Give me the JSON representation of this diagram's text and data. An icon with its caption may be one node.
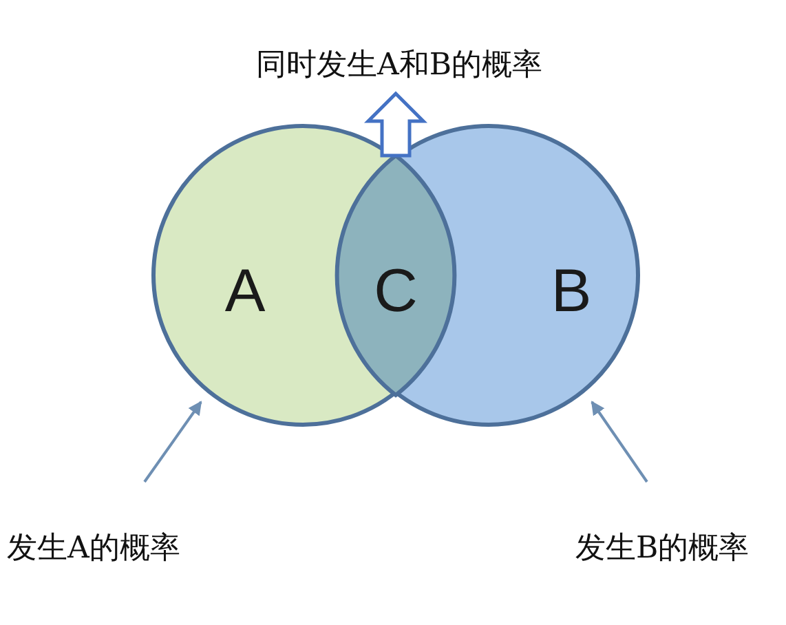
{
  "diagram": {
    "nodes": [
      {
        "text": [
          "同时发生A和B的概率"
        ]
      },
      {
        "text": [
          "A"
        ]
      },
      {
        "text": [
          "C"
        ]
      },
      {
        "text": [
          "B"
        ]
      },
      {
        "text": [
          "发生A的概率"
        ]
      },
      {
        "text": [
          "发生B的概率"
        ]
      }
    ],
    "edges": [
      {
        "from": 2,
        "to": 0,
        "arrow": "to",
        "style": "thick"
      },
      {
        "from": 4,
        "to": 1,
        "arrow": "to"
      },
      {
        "from": 5,
        "to": 3,
        "arrow": "to"
      }
    ]
  }
}
